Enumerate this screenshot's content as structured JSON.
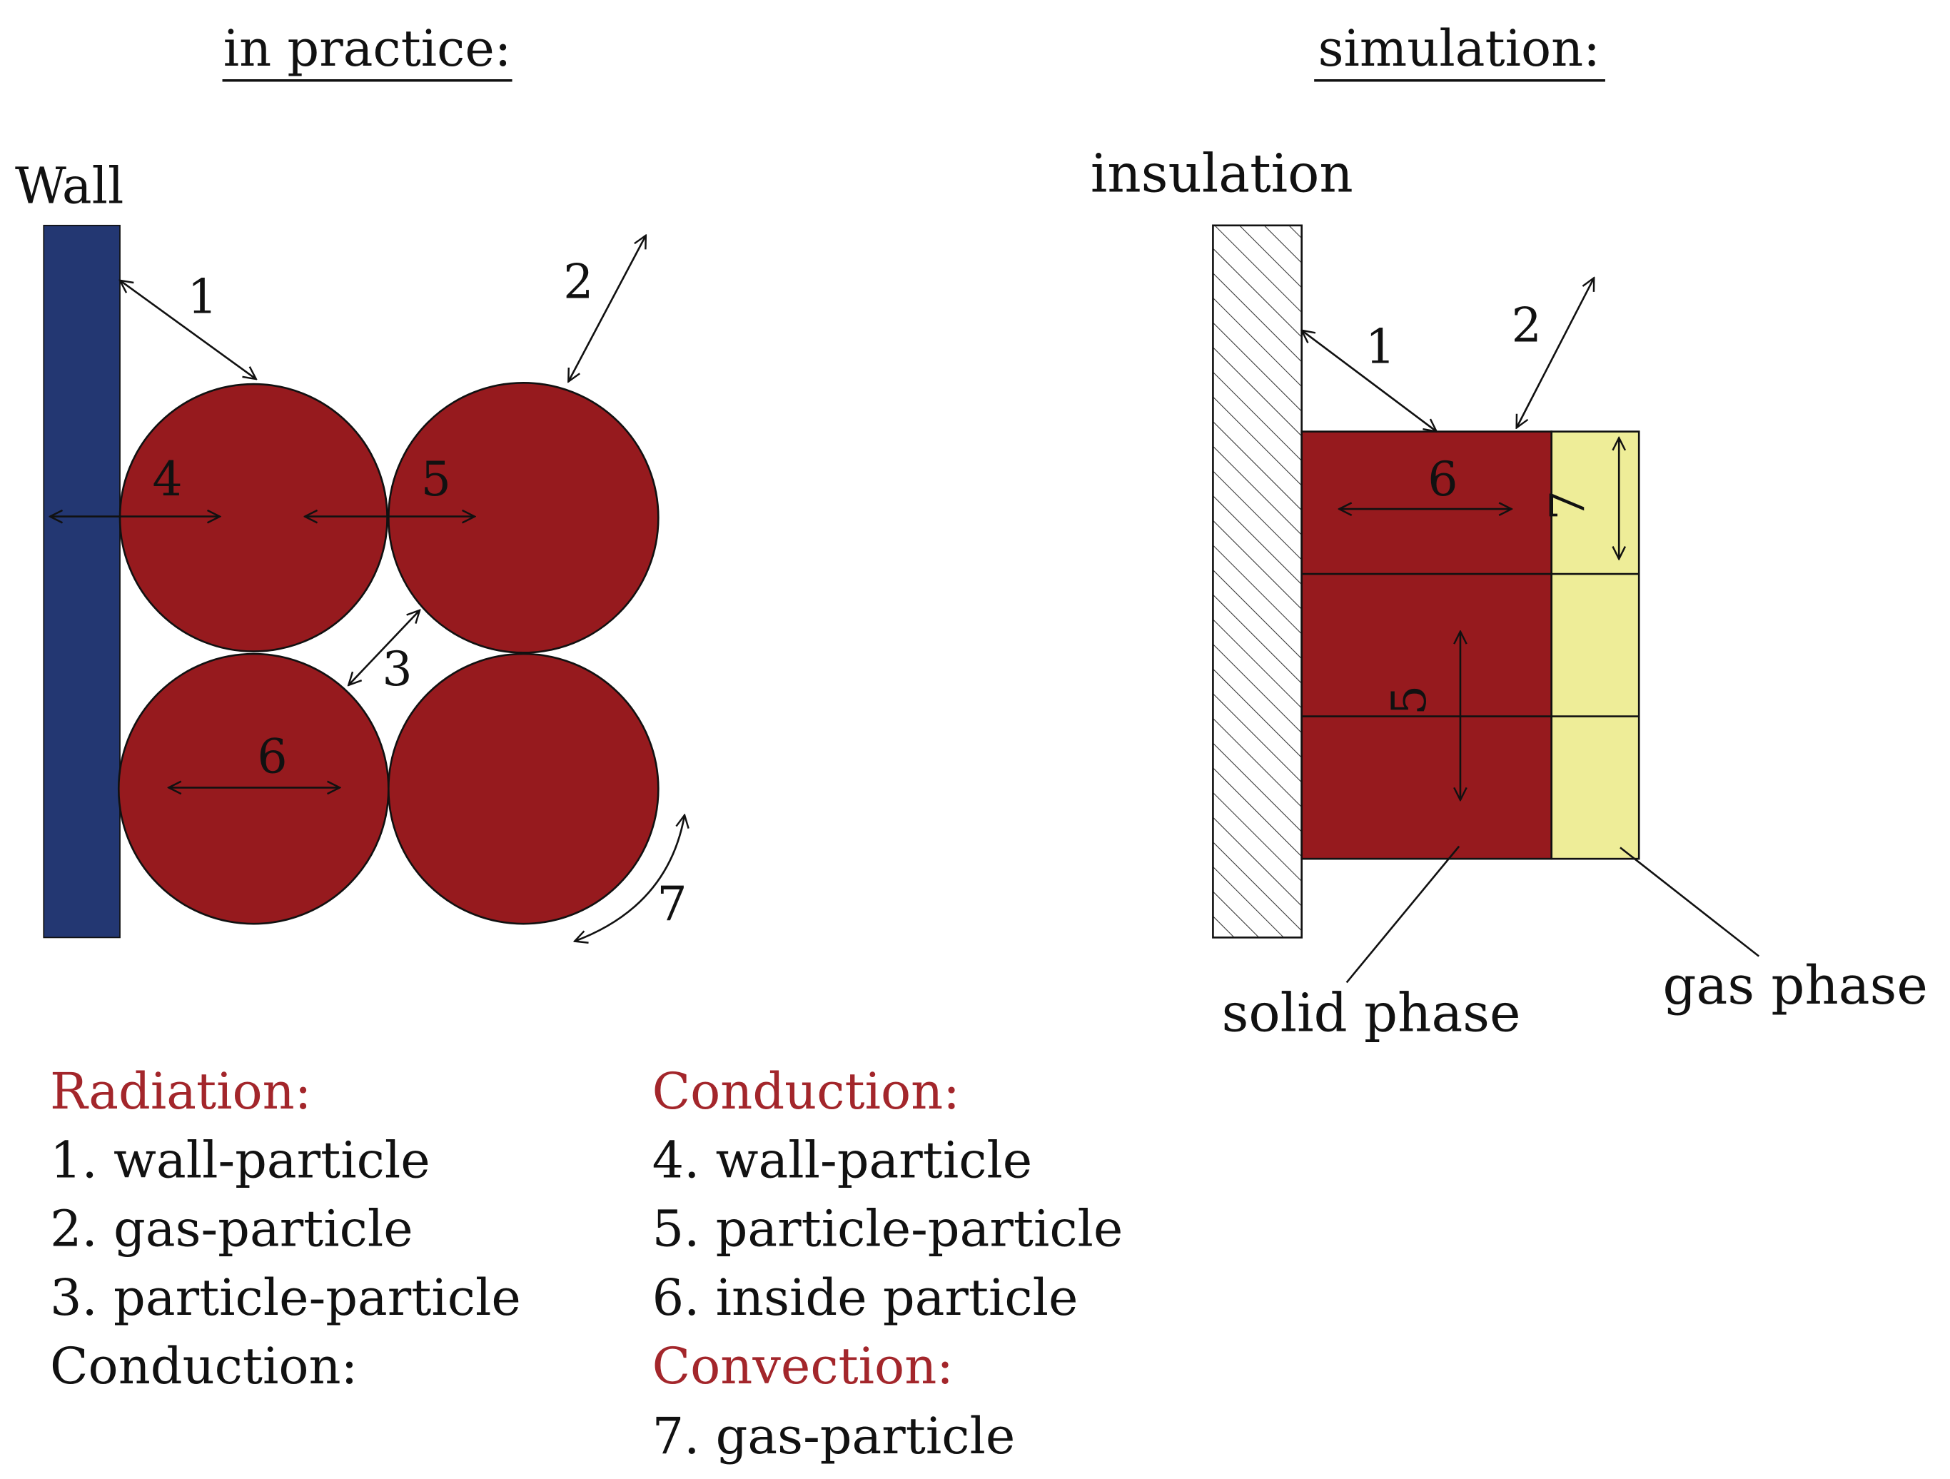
{
  "headings": {
    "practice": "in practice:",
    "simulation": "simulation:"
  },
  "labels": {
    "wall": "Wall",
    "insulation": "insulation",
    "solid_phase": "solid phase",
    "gas_phase": "gas phase"
  },
  "practice_markers": [
    "1",
    "2",
    "3",
    "4",
    "5",
    "6",
    "7"
  ],
  "simulation_markers": [
    "1",
    "2",
    "5",
    "6",
    "7"
  ],
  "legend": {
    "col1": {
      "radiation_title": "Radiation:",
      "items": [
        "1. wall-particle",
        "2. gas-particle",
        "3. particle-particle"
      ],
      "conduction_title": "Conduction:"
    },
    "col2": {
      "conduction_title": "Conduction:",
      "items": [
        "4. wall-particle",
        "5. particle-particle",
        "6. inside particle"
      ],
      "convection_title": "Convection:",
      "convection_items": [
        "7. gas-particle"
      ]
    }
  },
  "colors": {
    "particle": "#961a1e",
    "wall": "#233772",
    "gas": "#eeed98",
    "heading_red": "#a3262b",
    "line": "#111111"
  }
}
